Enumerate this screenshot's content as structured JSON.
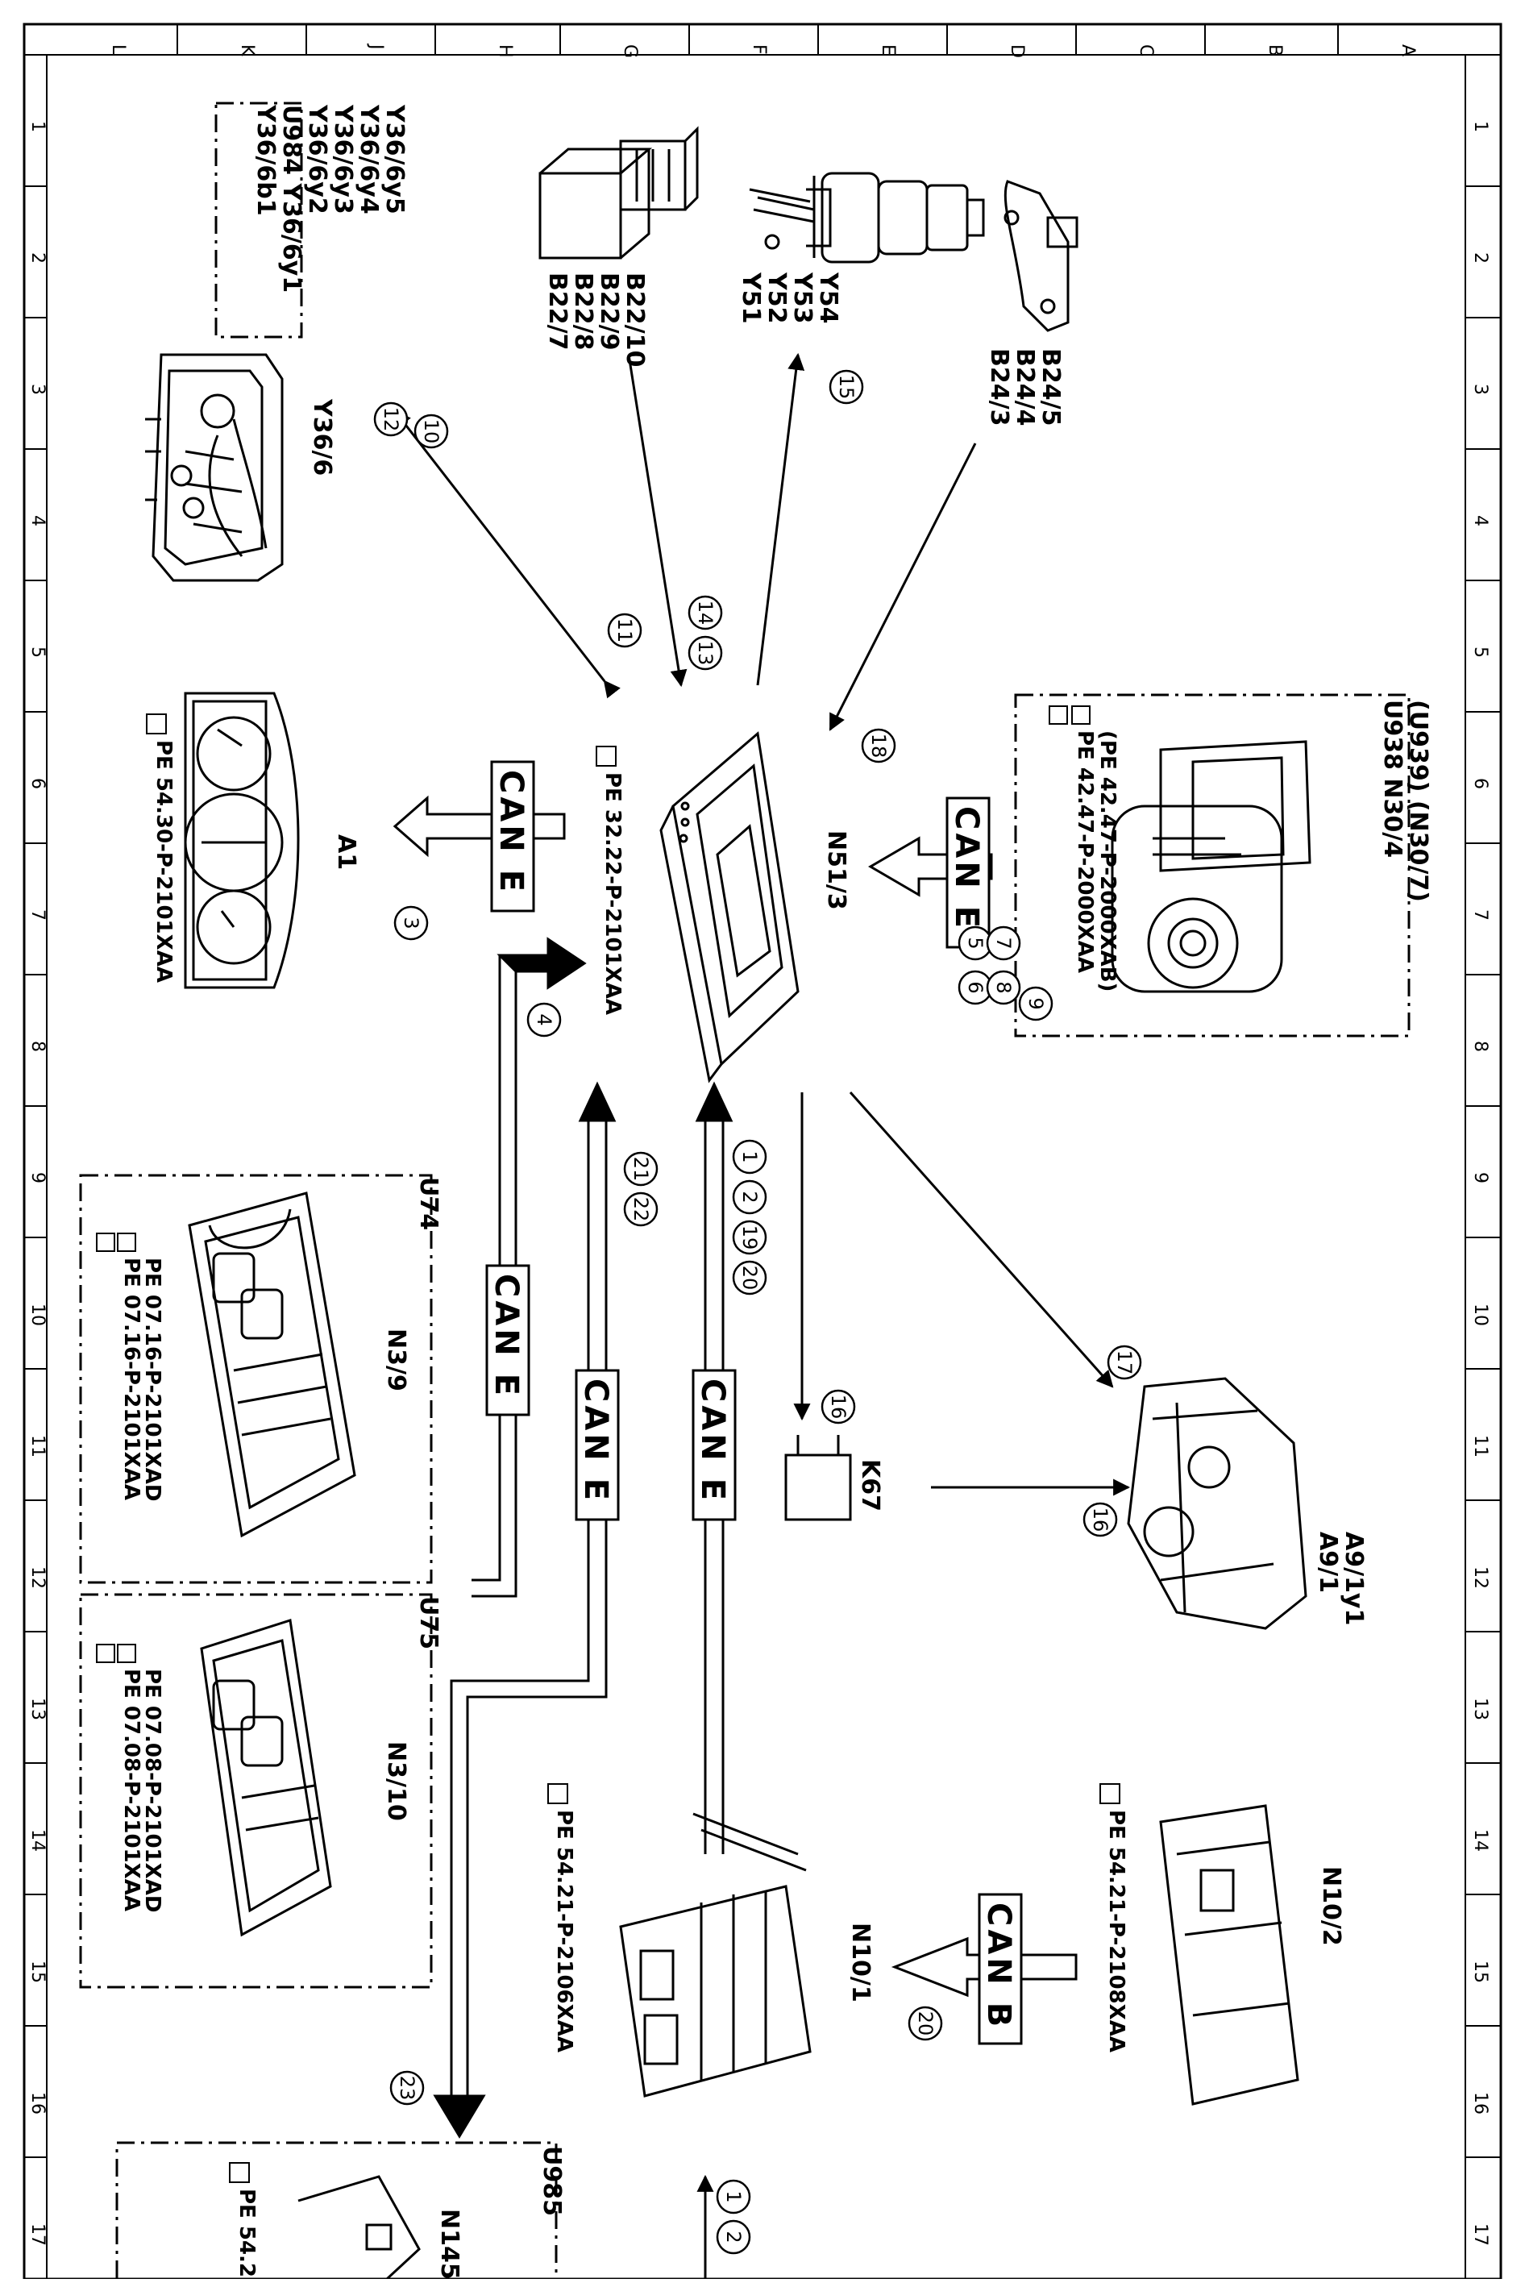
{
  "grid": {
    "columns": [
      "L",
      "K",
      "J",
      "H",
      "G",
      "F",
      "E",
      "D",
      "C",
      "B",
      "A"
    ],
    "rows": [
      "1",
      "2",
      "3",
      "4",
      "5",
      "6",
      "7",
      "8",
      "9",
      "10",
      "11",
      "12",
      "13",
      "14",
      "15",
      "16",
      "17"
    ]
  },
  "components": {
    "y36_group": [
      "Y36/6b1",
      "U984 Y36/6y1",
      "Y36/6y2",
      "Y36/6y3",
      "Y36/6y4",
      "Y36/6y5"
    ],
    "y36_6": "Y36/6",
    "b22": [
      "B22/7",
      "B22/8",
      "B22/9",
      "B22/10"
    ],
    "y51": [
      "Y51",
      "Y52",
      "Y53",
      "Y54"
    ],
    "b24": [
      "B24/3",
      "B24/4",
      "B24/5"
    ],
    "n30_group": [
      "U938      N30/4",
      "(U939)  (N30/7)"
    ],
    "n30_refs": [
      "PE 42.47-P-2000XAA",
      "(PE 42.47-P-2000XAB)"
    ],
    "n51": "N51/3",
    "n51_ref": "PE 32.22-P-2101XAA",
    "a1": "A1",
    "a1_ref": "PE 54.30-P-2101XAA",
    "n3_9_variant": "U74",
    "n3_9": "N3/9",
    "n3_9_refs": [
      "PE 07.16-P-2101XAA",
      "PE 07.16-P-2101XAD"
    ],
    "n3_10_variant": "U75",
    "n3_10": "N3/10",
    "n3_10_refs": [
      "PE 07.08-P-2101XAA",
      "PE 07.08-P-2101XAD"
    ],
    "k67": "K67",
    "a9": [
      "A9/1",
      "A9/1y1"
    ],
    "n10_1": "N10/1",
    "n10_1_ref": "PE 54.21-P-2106XAA",
    "n10_2": "N10/2",
    "n10_2_ref": "PE 54.21-P-2108XAA",
    "n145_variant": "U985",
    "n145": "N145",
    "n145_ref": "PE 54.2"
  },
  "bus_labels": {
    "can_e_a1": "CAN E",
    "can_e_n30": "CAN E",
    "can_e_n3": "CAN E",
    "can_e_mid": "CAN E",
    "can_e_n10": "CAN E",
    "can_b": "CAN B"
  },
  "signals": {
    "n10_group": [
      "1",
      "2",
      "19",
      "20"
    ],
    "n3_group": [
      "21",
      "22"
    ],
    "a1": "3",
    "n3": "4",
    "n30_group": [
      "5",
      "6",
      "7",
      "8",
      "9"
    ],
    "y36": [
      "10",
      "12",
      "11"
    ],
    "b22": [
      "13",
      "14"
    ],
    "y51": "15",
    "k67": "16",
    "a9_k67": "16",
    "a9": "17",
    "b24": "18",
    "can_b": "20",
    "n145": "23",
    "bottom": [
      "1",
      "2"
    ]
  }
}
